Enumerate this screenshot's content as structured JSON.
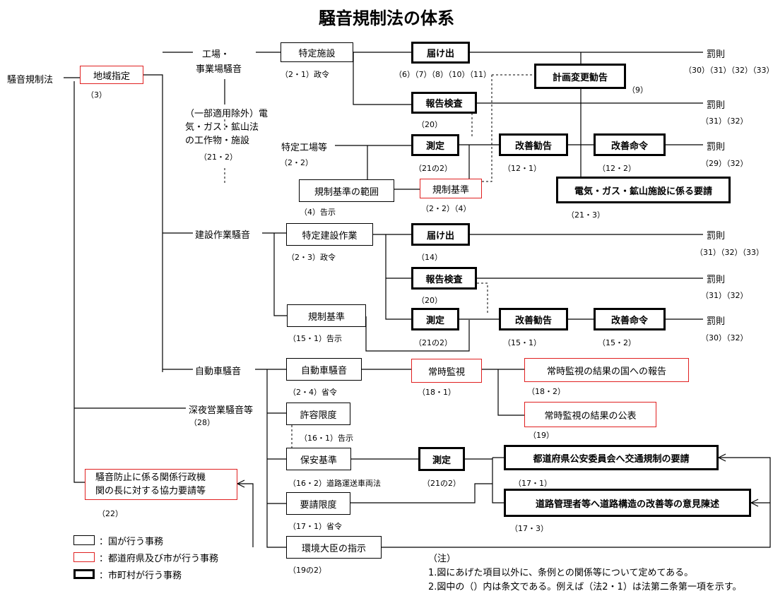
{
  "title": "騒音規制法の体系",
  "root": "騒音規制法",
  "area": {
    "label": "地域指定",
    "ref": "（3）"
  },
  "categories": {
    "factory_l1": "工場・",
    "factory_l2": "事業場騒音",
    "exclusion_l1": "（一部適用除外）電",
    "exclusion_l2": "気・ガス・鉱山法",
    "exclusion_l3": "の工作物・施設",
    "exclusion_ref": "（21・2）",
    "construction": "建設作業騒音",
    "vehicle": "自動車騒音",
    "night_l1": "深夜営業騒音等",
    "night_ref": "（28）"
  },
  "factory": {
    "facility": "特定施設",
    "facility_ref": "（2・1）政令",
    "plant": "特定工場等",
    "plant_ref": "（2・2）",
    "range": "規制基準の範囲",
    "range_ref": "（4）告示",
    "standard": "規制基準",
    "standard_ref": "（2・2）（4）",
    "notify": "届け出",
    "notify_ref": "（6）（7）（8）（10）（11）",
    "inspect": "報告検査",
    "inspect_ref": "（20）",
    "measure": "測定",
    "measure_ref": "（21の2）",
    "change": "計画変更勧告",
    "change_ref": "（9）",
    "advise": "改善勧告",
    "advise_ref": "（12・1）",
    "order": "改善命令",
    "order_ref": "（12・2）",
    "utility": "電気・ガス・鉱山施設に係る要請",
    "utility_ref": "（21・3）",
    "penalty": "罰則",
    "penalty1_ref": "（30）（31）（32）（33）",
    "penalty2_ref": "（31）（32）",
    "penalty3_ref": "（29）（32）"
  },
  "construction": {
    "work": "特定建設作業",
    "work_ref": "（2・3）政令",
    "standard": "規制基準",
    "standard_ref": "（15・1）告示",
    "notify": "届け出",
    "notify_ref": "（14）",
    "inspect": "報告検査",
    "inspect_ref": "（20）",
    "measure": "測定",
    "measure_ref": "（21の2）",
    "advise": "改善勧告",
    "advise_ref": "（15・1）",
    "order": "改善命令",
    "order_ref": "（15・2）",
    "penalty": "罰則",
    "penalty1_ref": "（31）（32）（33）",
    "penalty2_ref": "（31）（32）",
    "penalty3_ref": "（30）（32）"
  },
  "vehicle": {
    "noise": "自動車騒音",
    "noise_ref": "（2・4）省令",
    "monitor": "常時監視",
    "monitor_ref": "（18・1）",
    "report": "常時監視の結果の国への報告",
    "report_ref": "（18・2）",
    "publish": "常時監視の結果の公表",
    "publish_ref": "（19）",
    "limit": "許容限度",
    "limit_ref": "（16・1）告示",
    "safety": "保安基準",
    "safety_ref": "（16・2）道路運送車両法",
    "measure": "測定",
    "measure_ref": "（21の2）",
    "request_limit": "要請限度",
    "request_limit_ref": "（17・1）省令",
    "police": "都道府県公安委員会へ交通規制の要請",
    "police_ref": "（17・1）",
    "road": "道路管理者等へ道路構造の改善等の意見陳述",
    "road_ref": "（17・3）",
    "minister": "環境大臣の指示",
    "minister_ref": "（19の2）"
  },
  "cooperation": {
    "line1": "騒音防止に係る関係行政機",
    "line2": "関の長に対する協力要請等",
    "ref": "（22）"
  },
  "legend": {
    "national": "：国が行う事務",
    "prefecture": "：都道府県及び市が行う事務",
    "municipality": "：市町村が行う事務"
  },
  "notes": {
    "head": "（注）",
    "note1": "1.図にあげた項目以外に、条例との関係等について定めてある。",
    "note2": "2.図中の（）内は条文である。例えば（法2・1）は法第二条第一項を示す。"
  },
  "colors": {
    "prefecture_border": "#e02020",
    "line": "#000000"
  }
}
